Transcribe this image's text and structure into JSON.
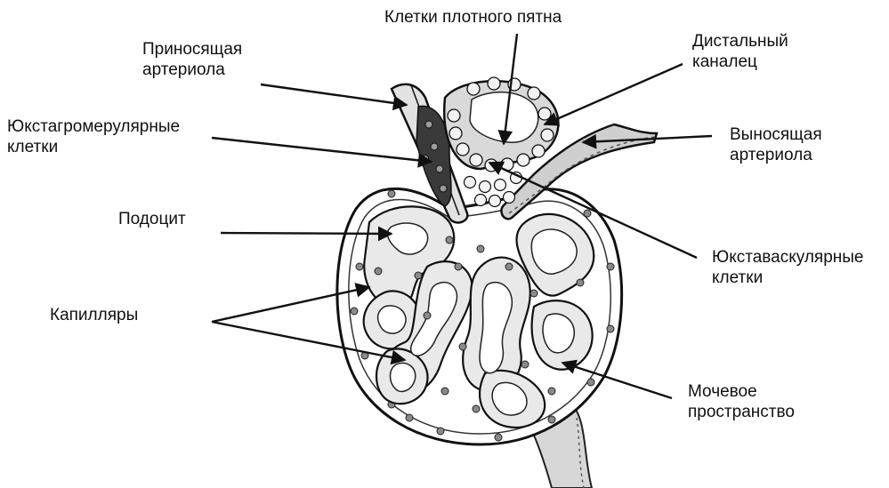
{
  "labels": {
    "macula_densa": "Клетки плотного пятна",
    "afferent_arteriole": [
      "Приносящая",
      "артериола"
    ],
    "juxtaglomerular_cells": [
      "Юкстагромерулярные",
      "клетки"
    ],
    "podocyte": "Подоцит",
    "capillaries": "Капилляры",
    "distal_tubule": [
      "Дистальный",
      "каналец"
    ],
    "efferent_arteriole": [
      "Выносящая",
      "артериола"
    ],
    "juxtavascular_cells": [
      "Юкставаскулярные",
      "клетки"
    ],
    "urinary_space": [
      "Мочевое",
      "пространство"
    ]
  },
  "colors": {
    "ink": "#111111",
    "tissue_fill": "#e9e9e9",
    "lumen_fill": "#ffffff",
    "nucleus": "#8a8a8a"
  }
}
